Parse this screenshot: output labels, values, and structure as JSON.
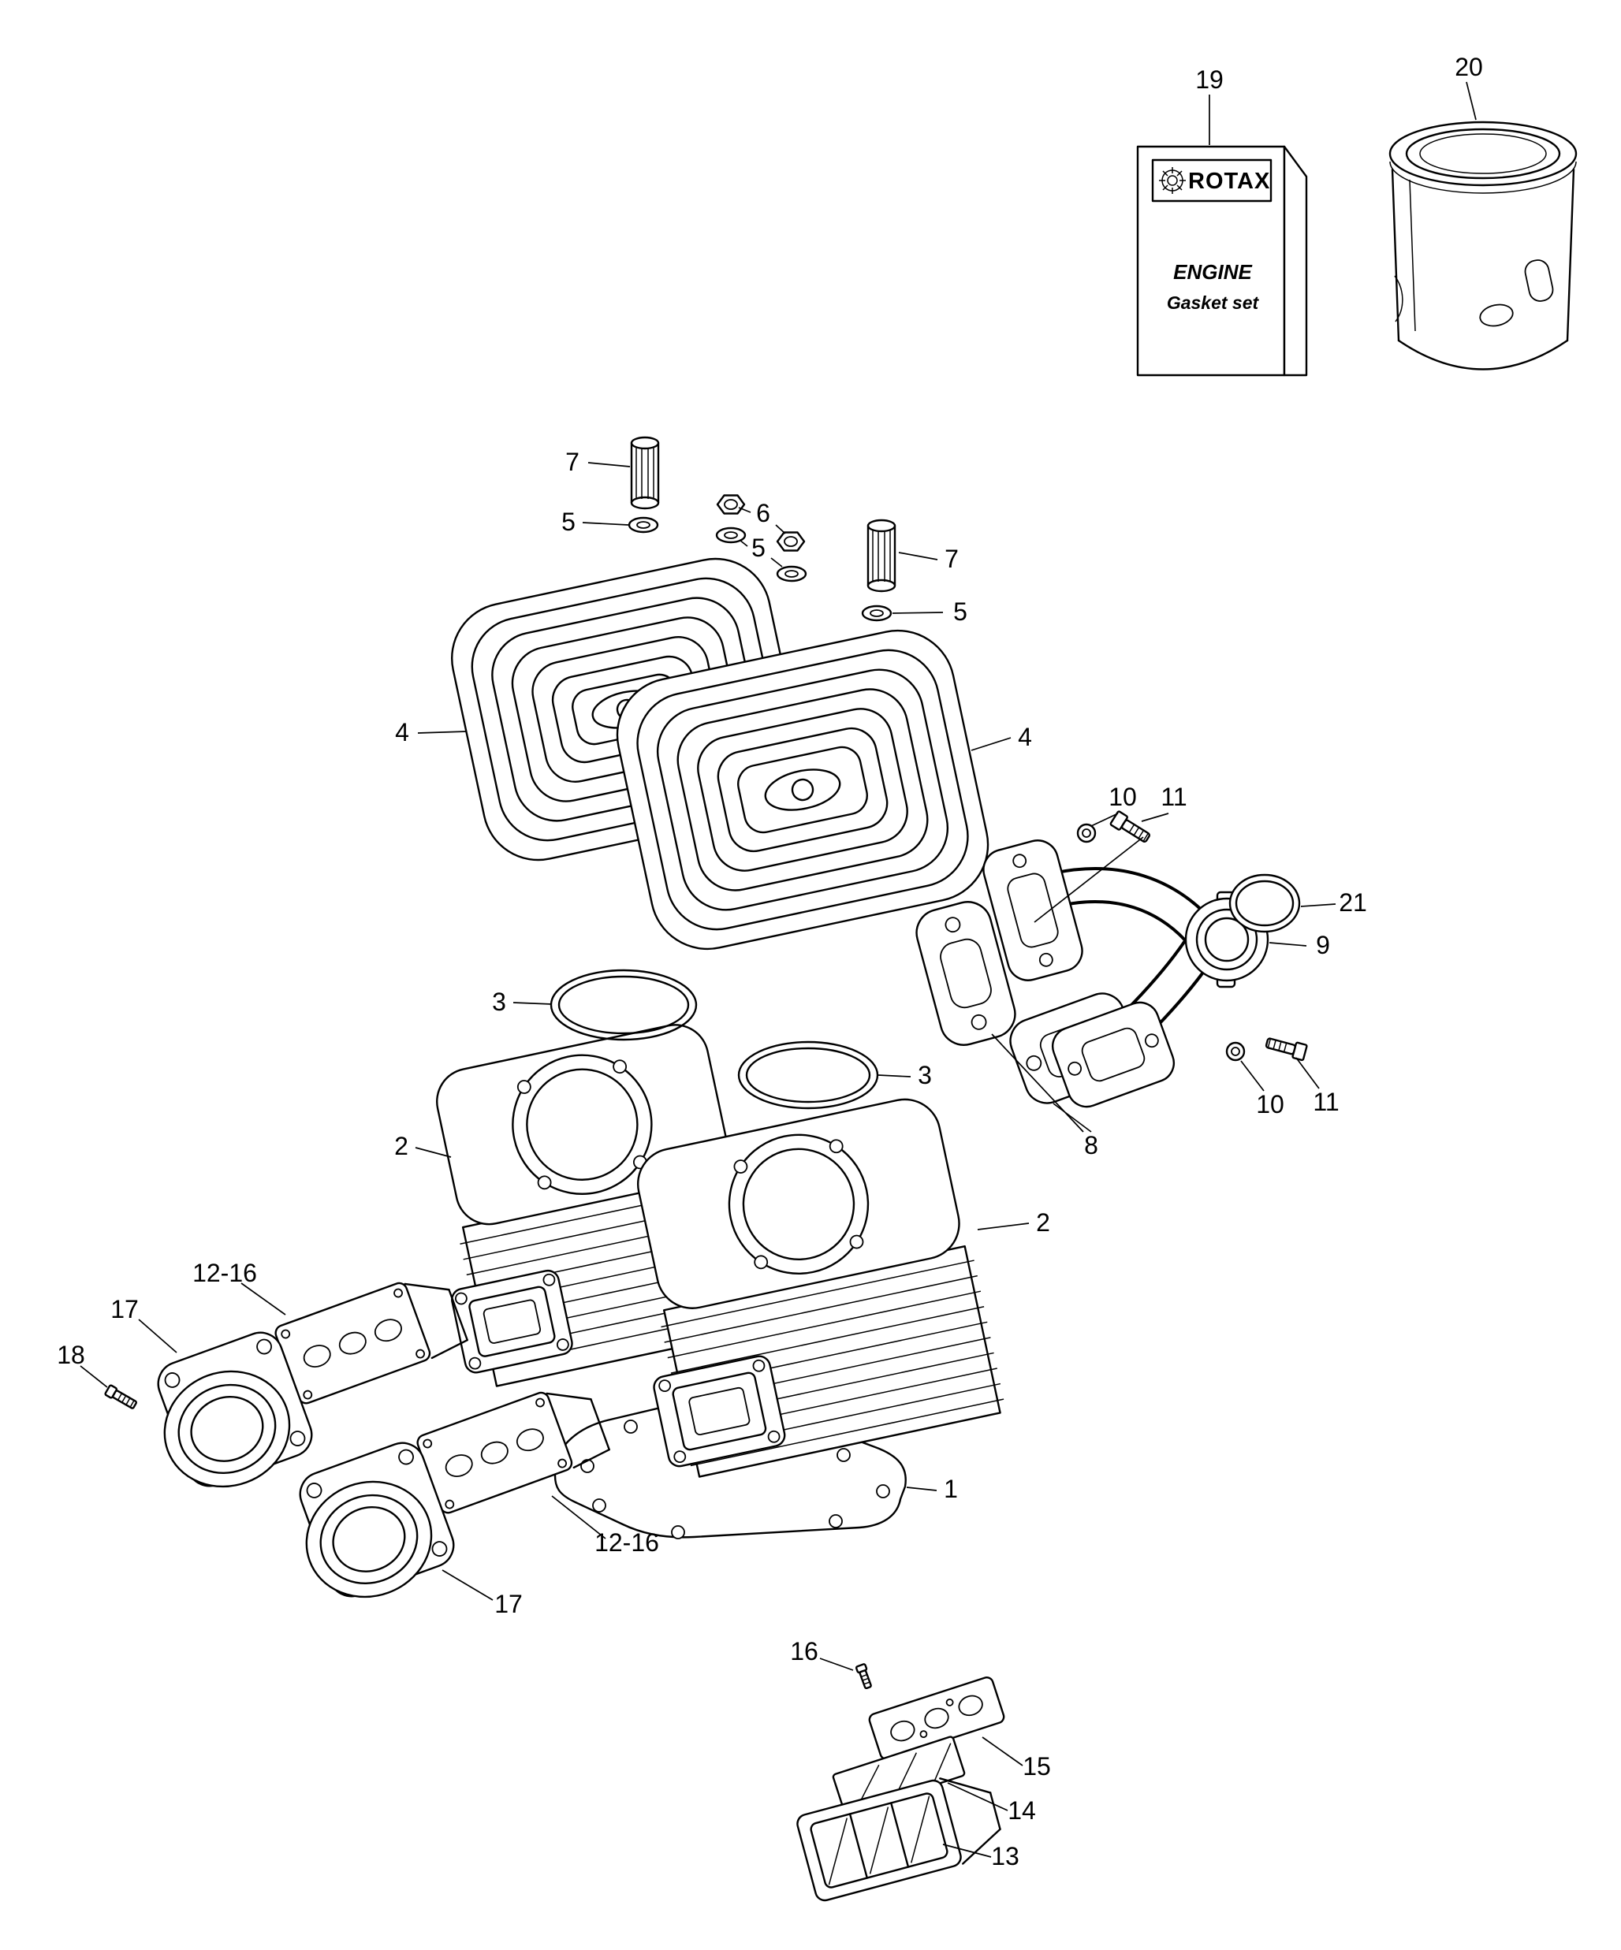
{
  "diagram": {
    "colors": {
      "ink": "#000000",
      "background": "#ffffff"
    },
    "package": {
      "brand": "ROTAX",
      "line1": "ENGINE",
      "line2": "Gasket set"
    },
    "callouts": {
      "c19": "19",
      "c20": "20",
      "c7a": "7",
      "c7b": "7",
      "c5a": "5",
      "c5b": "5",
      "c5c": "5",
      "c6": "6",
      "c4a": "4",
      "c4b": "4",
      "c10a": "10",
      "c11a": "11",
      "c21": "21",
      "c9": "9",
      "c10b": "10",
      "c11b": "11",
      "c8": "8",
      "c3a": "3",
      "c3b": "3",
      "c2a": "2",
      "c2b": "2",
      "c1": "1",
      "c12_16a": "12-16",
      "c12_16b": "12-16",
      "c17a": "17",
      "c17b": "17",
      "c18": "18",
      "c16": "16",
      "c15": "15",
      "c14": "14",
      "c13": "13"
    }
  }
}
